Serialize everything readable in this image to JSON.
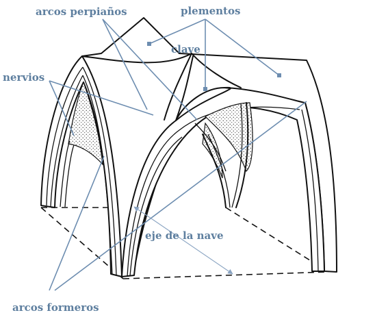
{
  "labels": {
    "arcos_perpianos": "arcos perpiaños",
    "plementos": "plementos",
    "clave": "clave",
    "nervios": "nervios",
    "eje_de_la_nave": "eje de la nave",
    "arcos_formeros": "arcos formeros"
  },
  "colors": {
    "label": "#5e7f9f",
    "pointer": "#6d8db0",
    "ink": "#111111"
  }
}
